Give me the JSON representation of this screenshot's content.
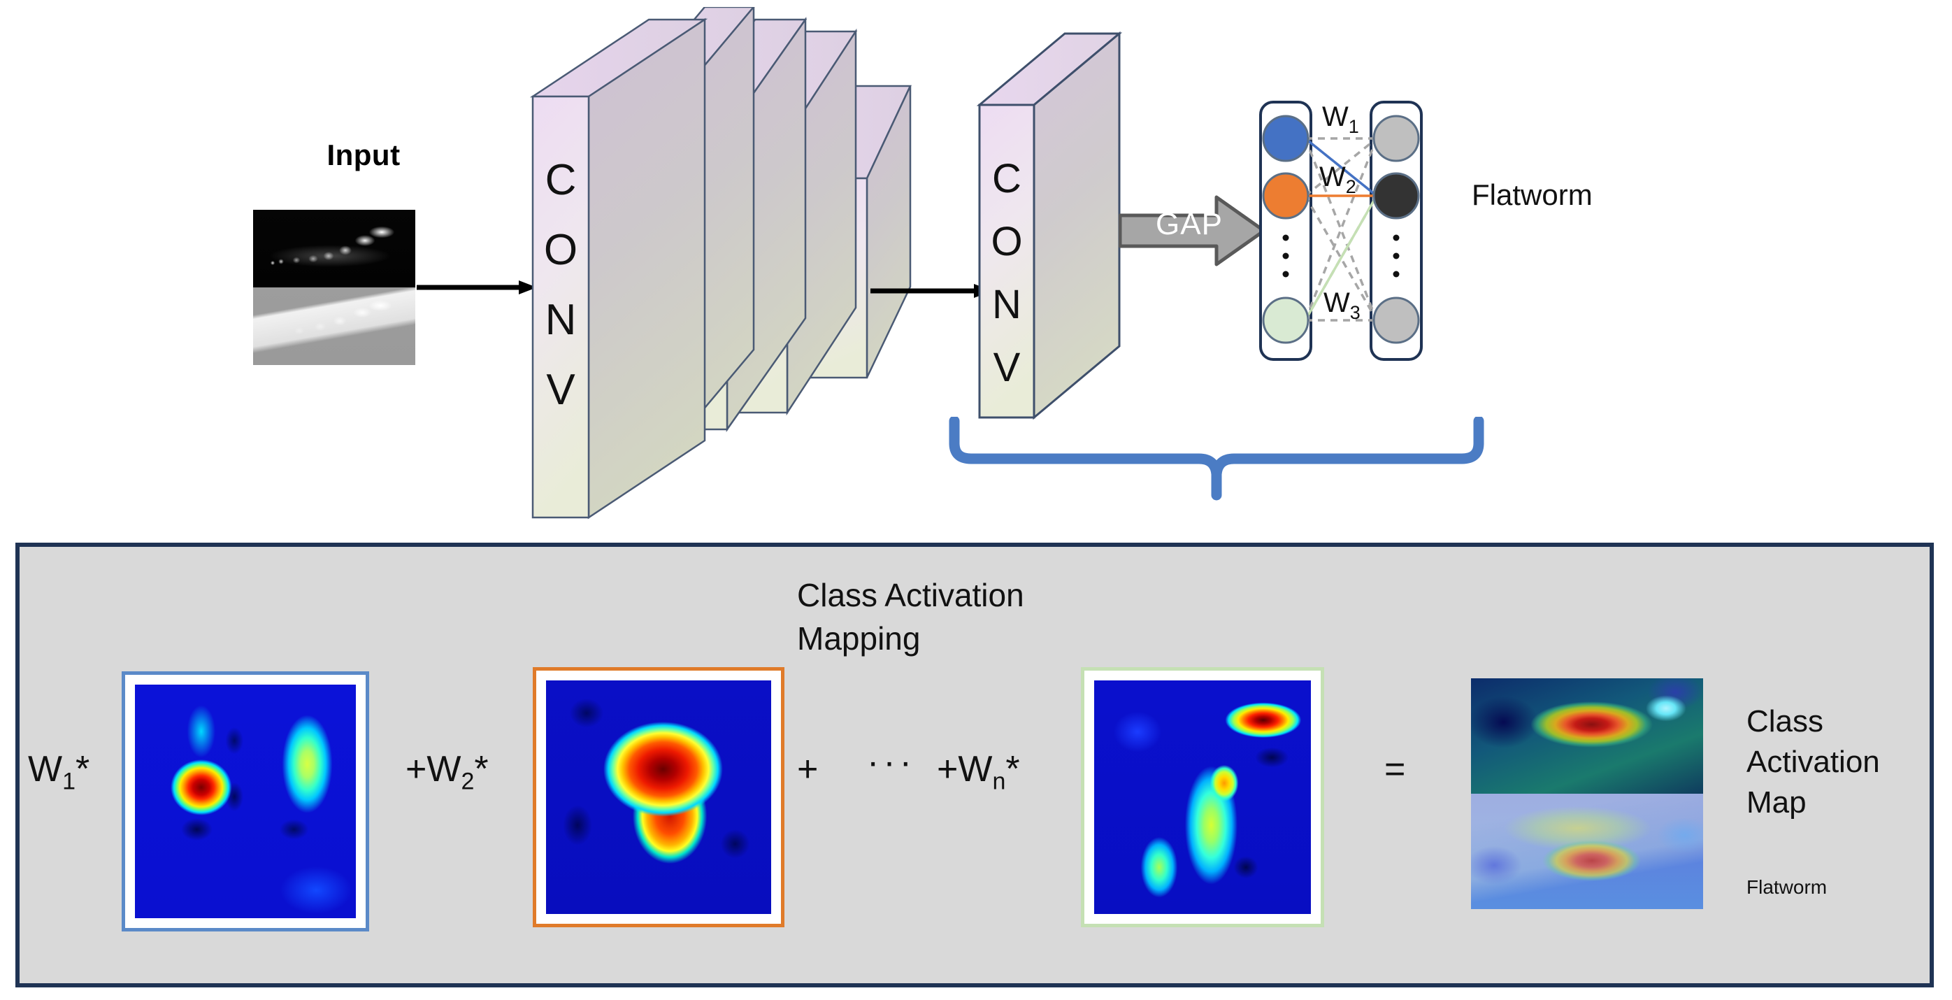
{
  "diagram": {
    "title": "Class Activation Mapping network diagram",
    "input": {
      "label": "Input",
      "image_name": "worm-fluorescence-and-brightfield"
    },
    "conv_stack": {
      "blocks": [
        {
          "label": "CONV"
        },
        {
          "label": "CONV"
        },
        {
          "label": "CONV"
        },
        {
          "label": "CONV"
        },
        {
          "label": "CONV"
        }
      ],
      "final_block": {
        "label": "CONV"
      }
    },
    "gap": {
      "label": "GAP"
    },
    "fully_connected": {
      "weights": [
        "W",
        "W",
        "W"
      ],
      "weight_labels": [
        {
          "base": "W",
          "sub": "1"
        },
        {
          "base": "W",
          "sub": "2"
        },
        {
          "base": "W",
          "sub": "3"
        }
      ],
      "vertical_dots": "⋮",
      "output_label": "Flatworm",
      "node_colors": {
        "feature_1": "#4472c4",
        "feature_2": "#ed7d31",
        "feature_n": "#d9ead3",
        "output_1": "#bfbfbf",
        "output_2": "#333333",
        "output_3": "#bfbfbf"
      }
    },
    "cam_panel": {
      "title_line1": "Class Activation",
      "title_line2": "Mapping",
      "formula": {
        "term1": {
          "base": "W",
          "sub": "1",
          "op": "*"
        },
        "term2": {
          "prefix": "+",
          "base": "W",
          "sub": "2",
          "op": "*"
        },
        "plus": "+",
        "ellipsis": "···",
        "termN": {
          "prefix": "+",
          "base": "W",
          "sub": "n",
          "op": "*"
        },
        "equals": "="
      },
      "heatmaps": [
        {
          "name": "feature-map-1",
          "border_color": "#5b8ac8"
        },
        {
          "name": "feature-map-2",
          "border_color": "#e07b2a"
        },
        {
          "name": "feature-map-n",
          "border_color": "#c5e0b4"
        }
      ],
      "result": {
        "name": "class-activation-map-overlay",
        "label_line1": "Class",
        "label_line2": "Activation",
        "label_line3": "Map",
        "sublabel": "Flatworm"
      },
      "panel_bg": "#d9d9d9",
      "panel_border": "#1f3354"
    },
    "brace": {
      "color": "#4b7cc4"
    }
  }
}
